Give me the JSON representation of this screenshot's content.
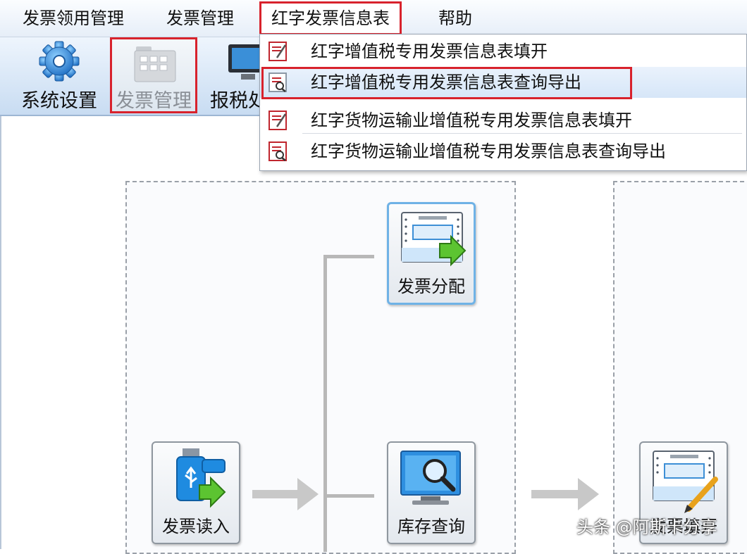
{
  "menubar": {
    "items": [
      "发票领用管理",
      "发票管理",
      "红字发票信息表",
      "帮助"
    ]
  },
  "toolbar": {
    "buttons": [
      "系统设置",
      "发票管理",
      "报税处"
    ]
  },
  "dropdown": {
    "items": [
      "红字增值税专用发票信息表填开",
      "红字增值税专用发票信息表查询导出",
      "红字货物运输业增值税专用发票信息表填开",
      "红字货物运输业增值税专用发票信息表查询导出"
    ]
  },
  "workspace": {
    "tiles": [
      "发票分配",
      "发票读入",
      "库存查询",
      "发票填开"
    ]
  },
  "watermark": "头条 @阿斯卡分享",
  "colors": {
    "highlight_frame": "#d8222c",
    "accent": "#1f7fd1"
  }
}
